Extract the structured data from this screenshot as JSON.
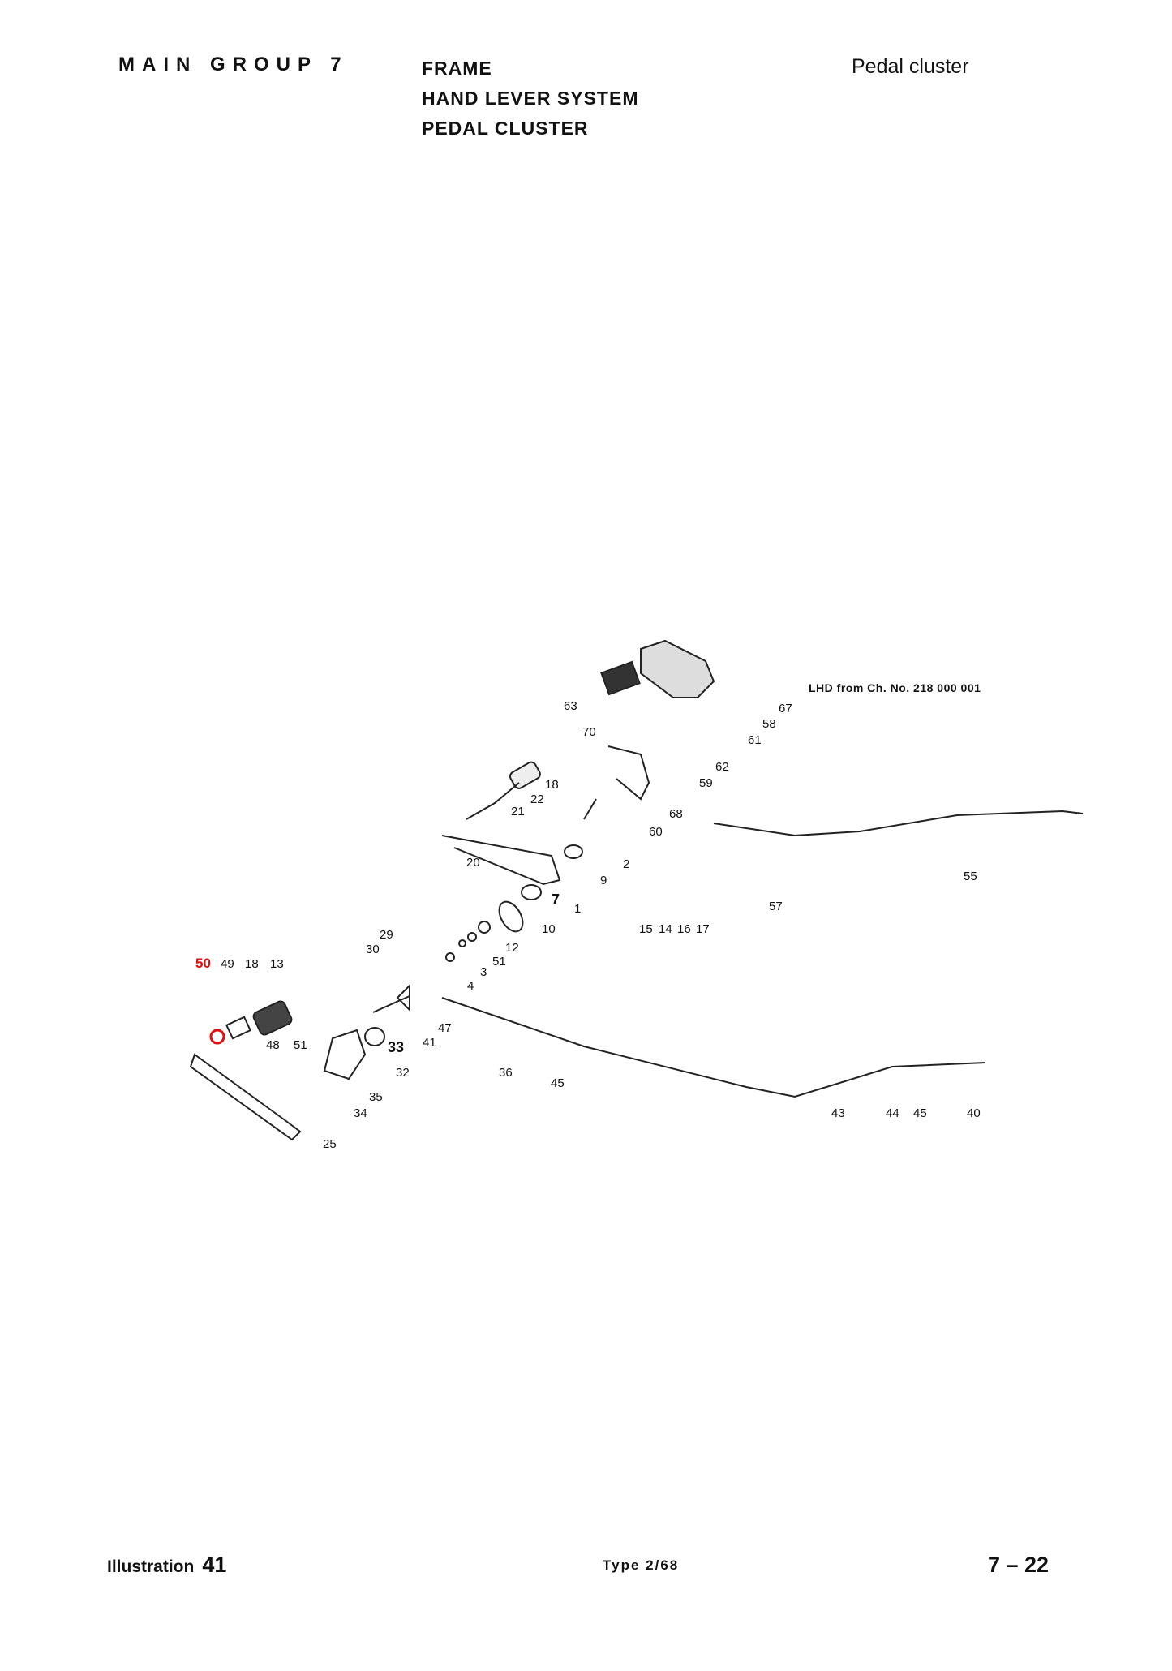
{
  "header": {
    "main_group": "MAIN GROUP 7",
    "titles": [
      "FRAME",
      "HAND LEVER SYSTEM",
      "PEDAL CLUSTER"
    ],
    "section": "Pedal cluster"
  },
  "diagram": {
    "note": "LHD from Ch. No. 218 000 001",
    "highlight_color": "#e01010",
    "highlighted_part": "50",
    "callouts": [
      "63",
      "70",
      "67",
      "58",
      "61",
      "62",
      "59",
      "68",
      "60",
      "18",
      "22",
      "21",
      "20",
      "2",
      "9",
      "7",
      "1",
      "10",
      "55",
      "57",
      "15",
      "14",
      "16",
      "17",
      "12",
      "51",
      "3",
      "4",
      "29",
      "30",
      "47",
      "41",
      "33",
      "32",
      "35",
      "34",
      "51",
      "48",
      "25",
      "50",
      "49",
      "18",
      "13",
      "36",
      "45",
      "43",
      "44",
      "45",
      "40"
    ]
  },
  "footer": {
    "illustration_label": "Illustration",
    "illustration_number": "41",
    "type": "Type 2/68",
    "page": "7 – 22"
  }
}
